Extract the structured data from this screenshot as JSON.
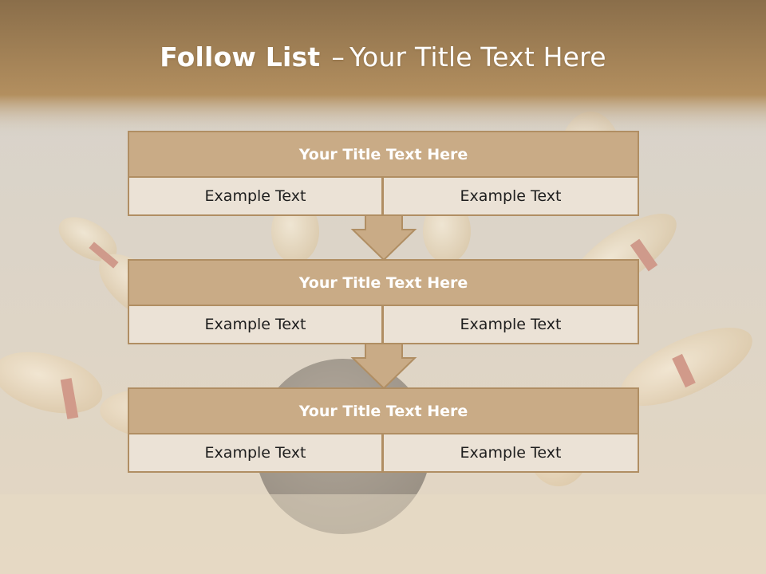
{
  "slide": {
    "title_bold": "Follow List",
    "title_separator": "–",
    "title_rest": "Your Title Text Here"
  },
  "blocks": [
    {
      "title": "Your Title Text Here",
      "left": "Example Text",
      "right": "Example Text"
    },
    {
      "title": "Your Title Text Here",
      "left": "Example Text",
      "right": "Example Text"
    },
    {
      "title": "Your Title Text Here",
      "left": "Example Text",
      "right": "Example Text"
    }
  ],
  "colors": {
    "header_fill": "#c9ab86",
    "border": "#b08e63",
    "cell_fill": "#ebe2d6",
    "top_band": "#9d7d52"
  },
  "background_icon": "bowling-strike-photo"
}
